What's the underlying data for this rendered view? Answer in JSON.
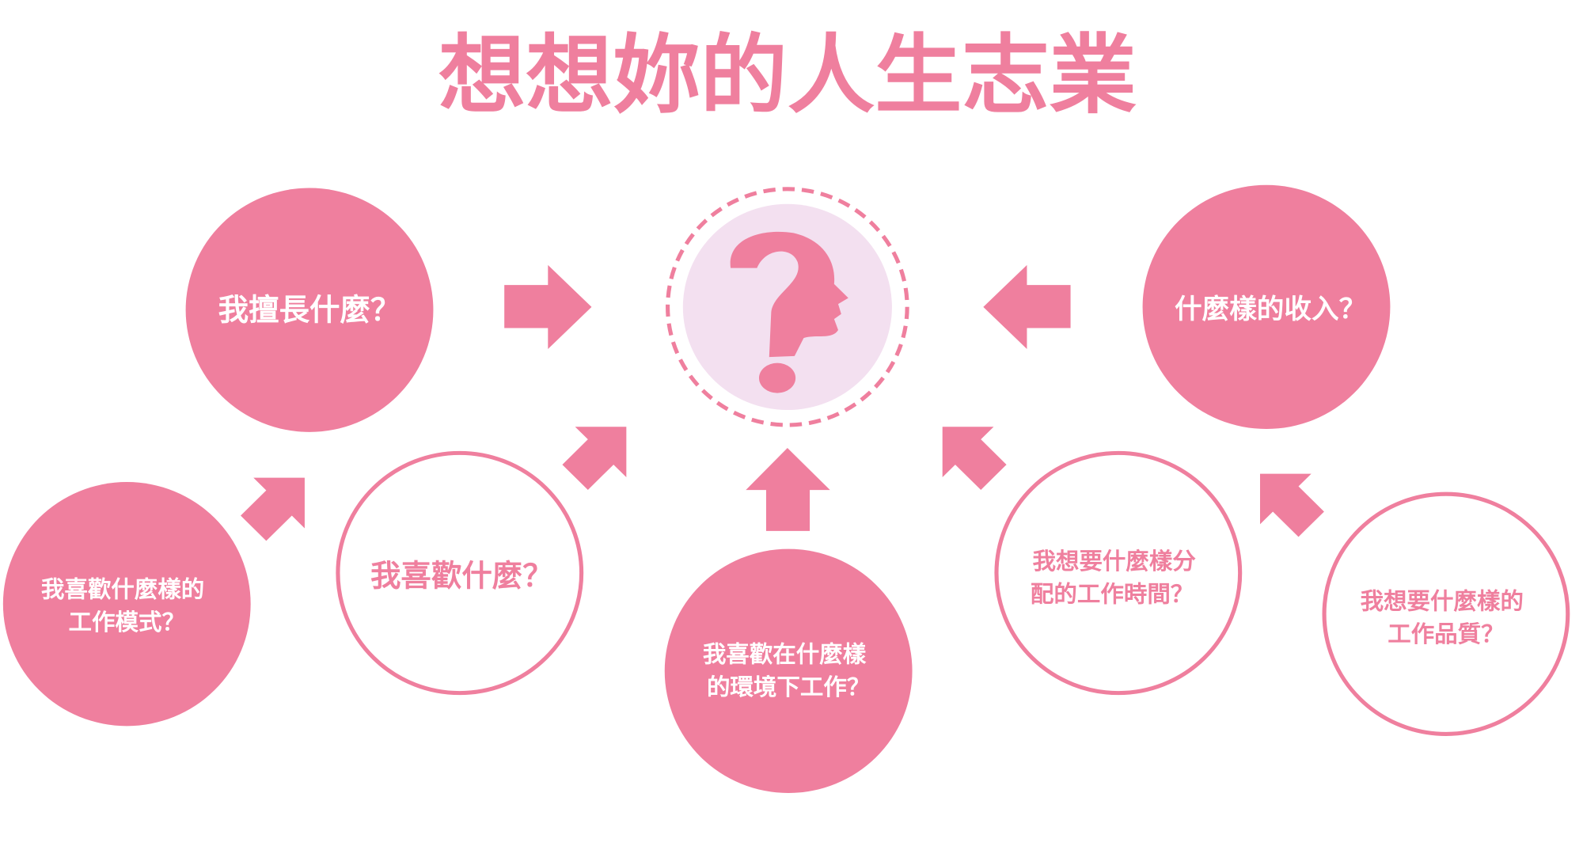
{
  "title": "想想妳的人生志業",
  "colors": {
    "accent": "#ef7f9e",
    "center_fill": "#f3e0f0",
    "white": "#ffffff"
  },
  "center": {
    "icon": "question-mark-head-icon"
  },
  "nodes": {
    "good_at": {
      "lines": [
        "我擅長什麼？"
      ]
    },
    "income": {
      "lines": [
        "什麼樣的收入？"
      ]
    },
    "work_mode": {
      "lines": [
        "我喜歡什麼樣的",
        "工作模式？"
      ]
    },
    "likes": {
      "lines": [
        "我喜歡什麼？"
      ]
    },
    "environment": {
      "lines": [
        "我喜歡在什麼樣",
        "的環境下工作？"
      ]
    },
    "work_time": {
      "lines": [
        "我想要什麼樣分",
        "配的工作時間？"
      ]
    },
    "work_quality": {
      "lines": [
        "我想要什麼樣的",
        "工作品質？"
      ]
    }
  }
}
